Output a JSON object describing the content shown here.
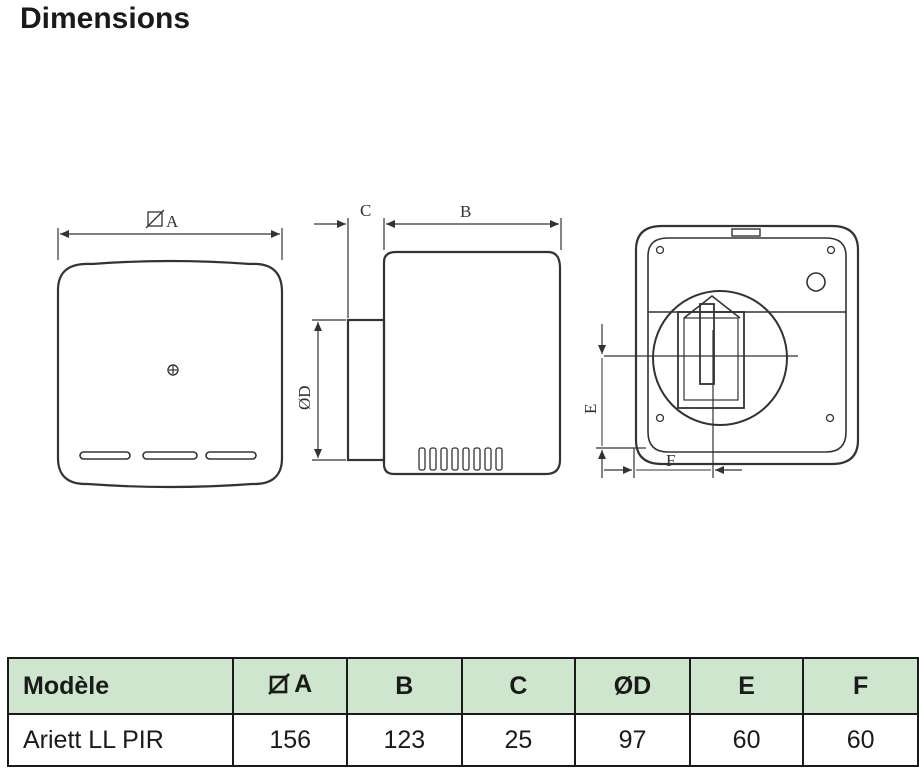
{
  "title": "Dimensions",
  "drawing": {
    "front_width_label": "A",
    "side_depth_label": "B",
    "side_collar_label": "C",
    "side_diameter_label": "ØD",
    "rear_vertical_label": "E",
    "rear_horizontal_label": "F"
  },
  "table": {
    "headers": [
      "Modèle",
      "A",
      "B",
      "C",
      "ØD",
      "E",
      "F"
    ],
    "rows": [
      [
        "Ariett LL PIR",
        "156",
        "123",
        "25",
        "97",
        "60",
        "60"
      ]
    ]
  },
  "colors": {
    "header_bg": "#cde6cd",
    "line": "#333333"
  }
}
